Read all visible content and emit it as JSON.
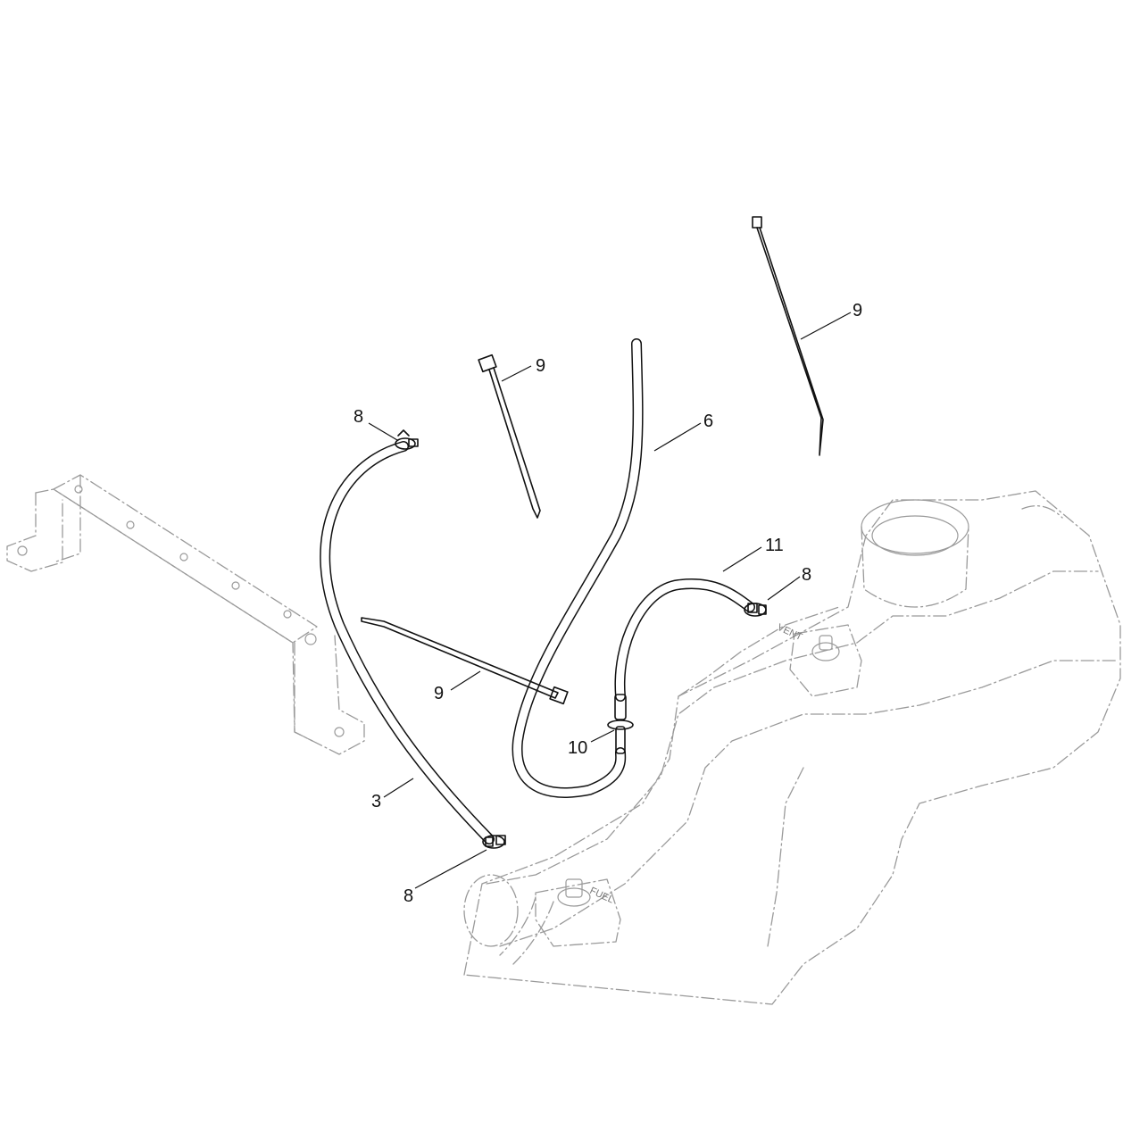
{
  "callouts": {
    "c3": "3",
    "c6": "6",
    "c8a": "8",
    "c8b": "8",
    "c8c": "8",
    "c9a": "9",
    "c9b": "9",
    "c9c": "9",
    "c10": "10",
    "c11": "11"
  },
  "tank_marks": {
    "vent": "VENT",
    "fuel": "FUEL"
  }
}
